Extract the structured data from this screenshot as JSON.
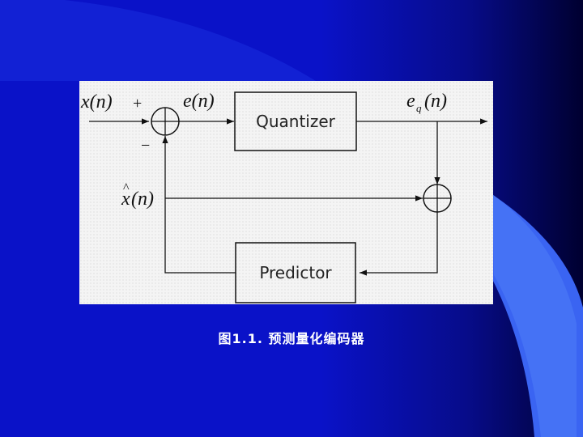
{
  "colors": {
    "background": "#0a12c8",
    "panel": "#f4f4f4",
    "line": "#111111"
  },
  "diagram": {
    "input_label": "x(n)",
    "error_label": "e(n)",
    "quantized_error_label": "e_q(n)",
    "prediction_label": "x̂(n)",
    "plus_sign": "+",
    "minus_sign": "−",
    "quantizer_label": "Quantizer",
    "predictor_label": "Predictor"
  },
  "caption": "图1.1. 预测量化编码器"
}
